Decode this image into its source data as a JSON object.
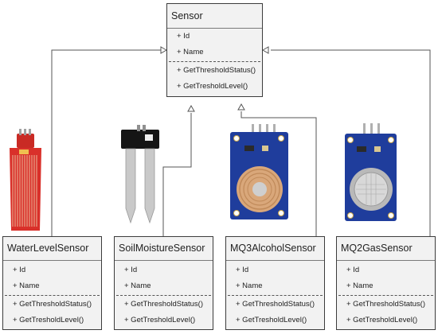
{
  "base_class": {
    "name": "Sensor",
    "attributes": [
      "+ Id",
      "+ Name"
    ],
    "methods": [
      "+ GetThresholdStatus()",
      "+ GetTresholdLevel()"
    ]
  },
  "subclasses": [
    {
      "name": "WaterLevelSensor",
      "attributes": [
        "+ Id",
        "+ Name"
      ],
      "methods": [
        "+ GetThresholdStatus()",
        "+ GetTresholdLevel()"
      ],
      "image": "water-level-sensor-module"
    },
    {
      "name": "SoilMoistureSensor",
      "attributes": [
        "+ Id",
        "+ Name"
      ],
      "methods": [
        "+ GetThresholdStatus()",
        "+ GetTresholdLevel()"
      ],
      "image": "soil-moisture-probe"
    },
    {
      "name": "MQ3AlcoholSensor",
      "attributes": [
        "+ Id",
        "+ Name"
      ],
      "methods": [
        "+ GetThresholdStatus()",
        "+ GetTresholdLevel()"
      ],
      "image": "mq3-gas-sensor-module"
    },
    {
      "name": "MQ2GasSensor",
      "attributes": [
        "+ Id",
        "+ Name"
      ],
      "methods": [
        "+ GetThresholdStatus()",
        "+ GetTresholdLevel()"
      ],
      "image": "mq2-gas-sensor-module"
    }
  ],
  "colors": {
    "box_fill": "#f2f2f2",
    "box_border": "#3c3c3c",
    "line": "#555555",
    "water_board": "#d9302a",
    "pcb_blue": "#1f3d9c"
  }
}
